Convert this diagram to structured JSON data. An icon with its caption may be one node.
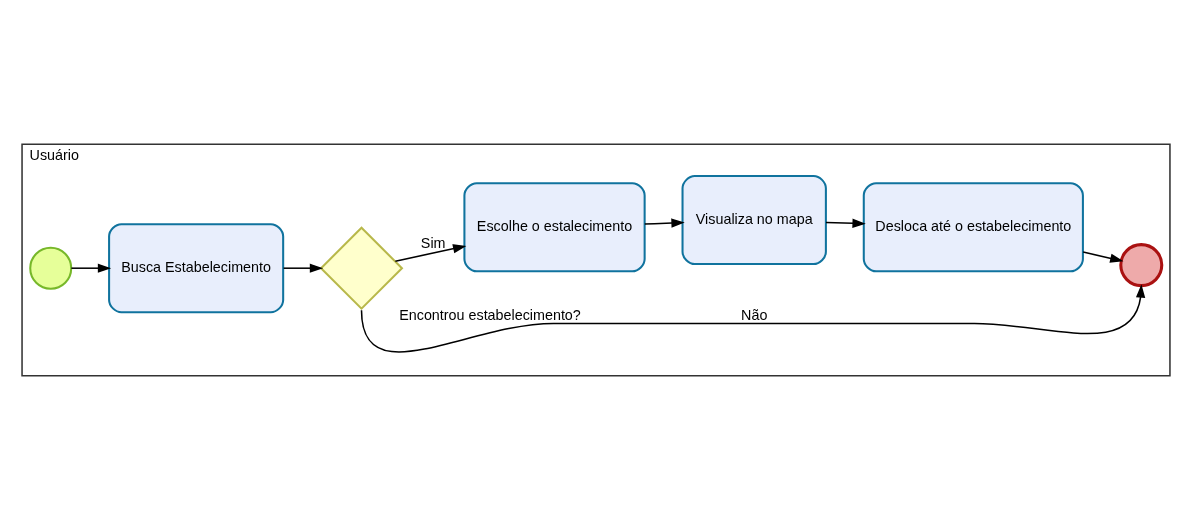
{
  "diagram": {
    "nodes": [
      {
        "text": [
          "Usuário"
        ]
      },
      {
        "text": [],
        "shape": "circle",
        "in": 0
      },
      {
        "text": [
          "Busca Estabelecimento"
        ],
        "in": 0
      },
      {
        "text": [
          "Encontrou estabelecimento?"
        ],
        "in": 0
      },
      {
        "text": [
          "Escolhe o estalecimento"
        ],
        "in": 0
      },
      {
        "text": [
          "Visualiza no mapa"
        ],
        "in": 0
      },
      {
        "text": [
          "Desloca até o estabelecimento"
        ],
        "in": 0
      },
      {
        "text": [],
        "shape": "circle",
        "in": 0
      }
    ],
    "edges": [
      {
        "from": 1,
        "to": 2,
        "arrow": "to"
      },
      {
        "from": 2,
        "to": 3,
        "arrow": "to"
      },
      {
        "from": 3,
        "to": 4,
        "arrow": "to",
        "label": "Sim"
      },
      {
        "from": 4,
        "to": 5,
        "arrow": "to"
      },
      {
        "from": 5,
        "to": 6,
        "arrow": "to"
      },
      {
        "from": 3,
        "to": 7,
        "arrow": "to",
        "label": "Não"
      },
      {
        "from": 6,
        "to": 7,
        "arrow": "to"
      }
    ]
  }
}
